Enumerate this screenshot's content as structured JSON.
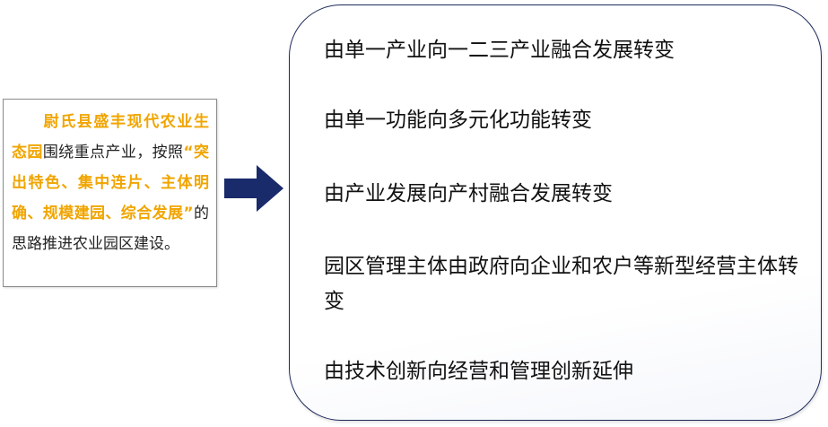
{
  "left_box": {
    "segments": [
      {
        "text": "尉氏县盛丰现代农业生态园",
        "highlight": true
      },
      {
        "text": "围绕重点产业，按照",
        "highlight": false
      },
      {
        "text": "“突出特色、集中连片、主体明确、规模建园、综合发展”",
        "highlight": true
      },
      {
        "text": "的思路推进农业园区建设。",
        "highlight": false
      }
    ]
  },
  "right_box": {
    "items": [
      "由单一产业向一二三产业融合发展转变",
      "由单一功能向多元化功能转变",
      "由产业发展向产村融合发展转变",
      "园区管理主体由政府向企业和农户等新型经营主体转变",
      "由技术创新向经营和管理创新延伸"
    ]
  },
  "colors": {
    "highlight": "#f0a500",
    "arrow": "#1a2b6b",
    "right_border": "#1f2a5c"
  }
}
